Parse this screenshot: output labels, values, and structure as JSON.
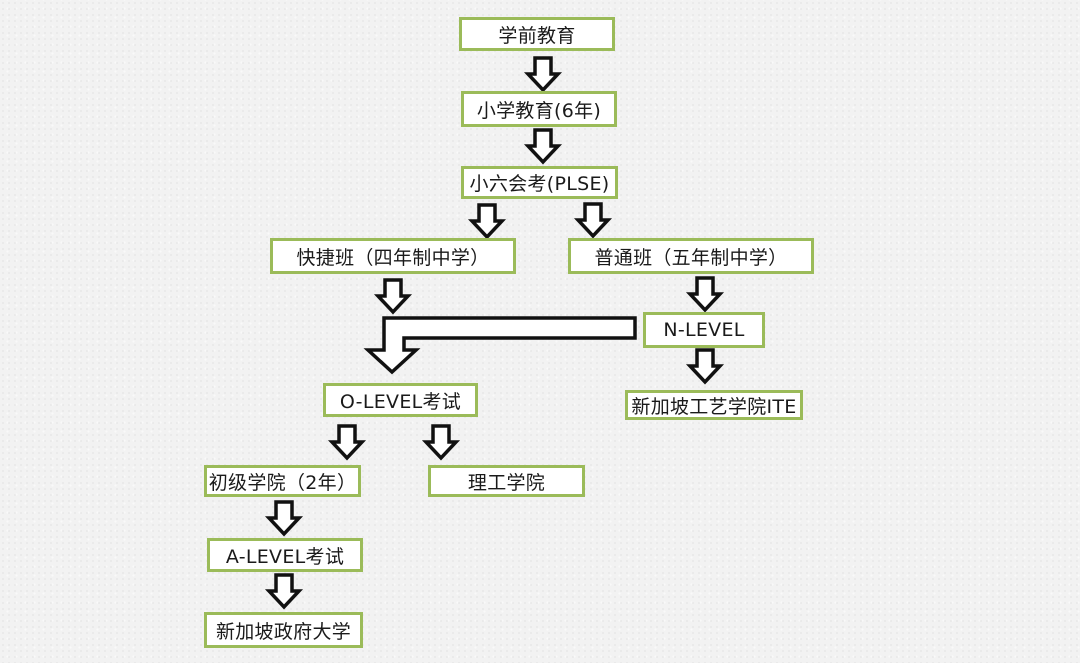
{
  "nodes": {
    "preschool": "学前教育",
    "primary": "小学教育(6年)",
    "psle": "小六会考(PLSE)",
    "express": "快捷班（四年制中学）",
    "normal": "普通班（五年制中学）",
    "n_level": "N-LEVEL",
    "o_level": "O-LEVEL考试",
    "ite": "新加坡工艺学院ITE",
    "junior_college": "初级学院（2年）",
    "polytechnic": "理工学院",
    "a_level": "A-LEVEL考试",
    "university": "新加坡政府大学"
  },
  "style": {
    "box_border": "#9bbb59",
    "box_fill": "#ffffff",
    "arrow_stroke": "#111111",
    "arrow_fill": "#ffffff",
    "background": "#f2f2f2"
  }
}
